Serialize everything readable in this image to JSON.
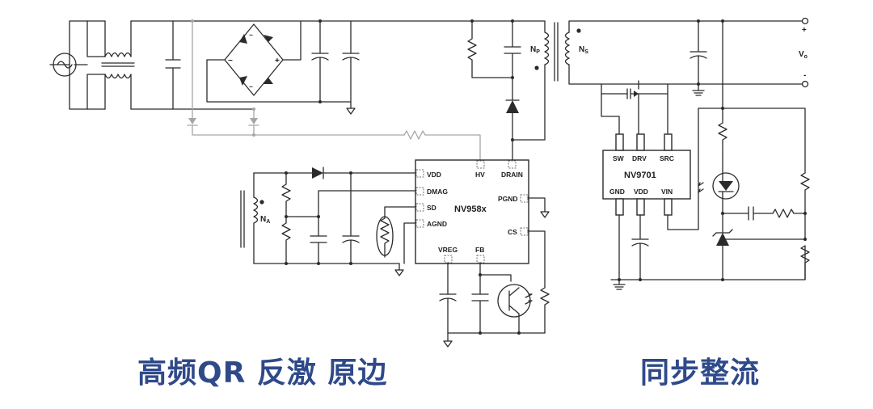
{
  "colors": {
    "wire": "#2b2b2b",
    "grey_wire": "#a6a6a6",
    "caption": "#2f4a8a"
  },
  "primary_ic": {
    "name": "NV958x",
    "pins": {
      "vdd": "VDD",
      "dmag": "DMAG",
      "sd": "SD",
      "agnd": "AGND",
      "hv": "HV",
      "drain": "DRAIN",
      "pgnd": "PGND",
      "cs": "CS",
      "vreg": "VREG",
      "fb": "FB"
    }
  },
  "secondary_ic": {
    "name": "NV9701",
    "pins": {
      "sw": "SW",
      "drv": "DRV",
      "src": "SRC",
      "gnd": "GND",
      "vdd": "VDD",
      "vin": "VIN"
    }
  },
  "transformer": {
    "primary": "N",
    "primary_sub": "P",
    "secondary": "N",
    "secondary_sub": "S",
    "aux": "N",
    "aux_sub": "A"
  },
  "output": {
    "plus": "+",
    "minus": "-",
    "vout": "V",
    "vout_sub": "o"
  },
  "bridge": {
    "plus": "+",
    "minus": "−",
    "ac1": "~",
    "ac2": "~"
  },
  "captions": {
    "left": "高频QR 反激 原边",
    "right": "同步整流"
  }
}
